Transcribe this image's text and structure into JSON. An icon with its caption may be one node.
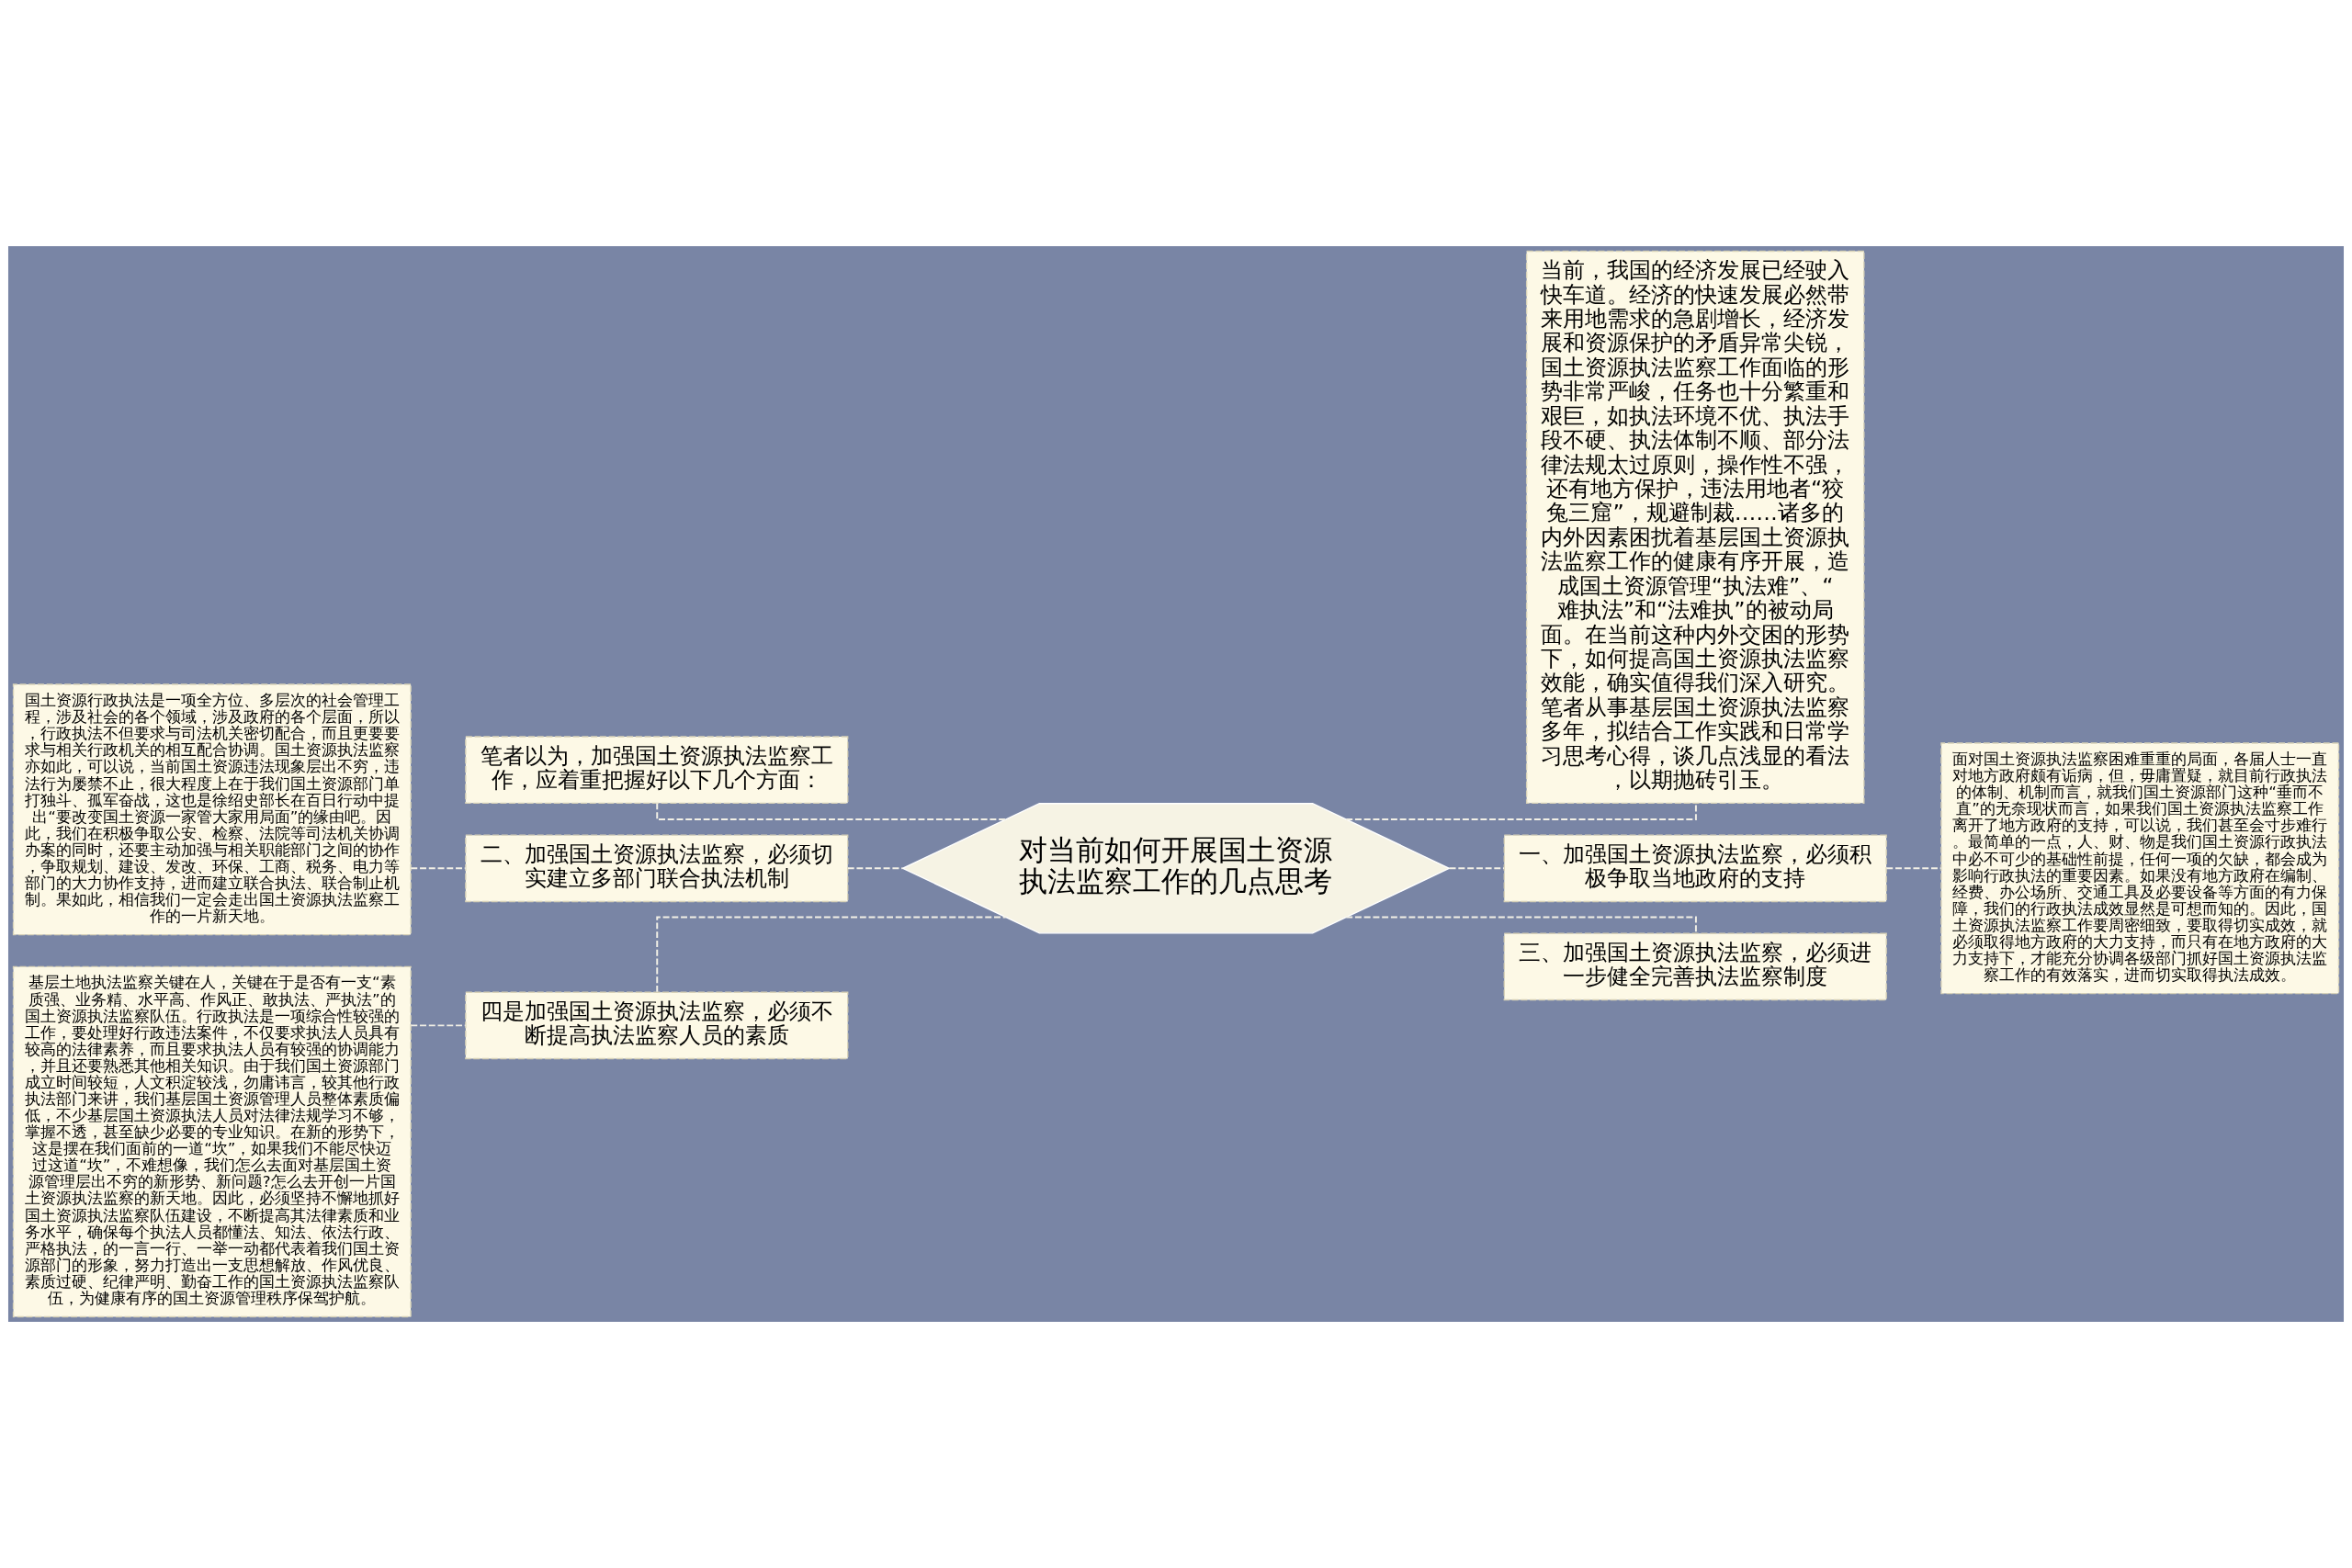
{
  "diagram": {
    "nodes": [
      {
        "text": [
          "对当前如何开展国土资源执法监察工作的几点思考"
        ]
      },
      {
        "text": [
          "当前，我国的经济发展已经驶入快车道。经济的快速发展必然带来用地需求的急剧增长，经济发展和资源保护的矛盾异常尖锐，国土资源执法监察工作面临的形势非常严峻，任务也十分繁重和艰巨，如执法环境不优、执法手段不硬、执法体制不顺、部分法律法规太过原则，操作性不强，还有地方保护，违法用地者“狡兔三窟”，规避制裁……诸多的内外因素困扰着基层国土资源执法监察工作的健康有序开展，造成国土资源管理“执法难”、“难执法”和“法难执”的被动局面。在当前这种内外交困的形势下，如何提高国土资源执法监察效能，确实值得我们深入研究。笔者从事基层国土资源执法监察多年，拟结合工作实践和日常学习思考心得，谈几点浅显的看法，以期抛砖引玉。"
        ]
      },
      {
        "text": [
          "一、加强国土资源执法监察，必须积极争取当地政府的支持"
        ]
      },
      {
        "text": [
          "面对国土资源执法监察困难重重的局面，各届人士一直对地方政府颇有诟病，但，毋庸置疑，就目前行政执法的体制、机制而言，就我们国土资源部门这种“垂而不直”的无奈现状而言，如果我们国土资源执法监察工作离开了地方政府的支持，可以说，我们甚至会寸步难行。最简单的一点，人、财、物是我们国土资源行政执法中必不可少的基础性前提，任何一项的欠缺，都会成为影响行政执法的重要因素。如果没有地方政府在编制、经费、办公场所、交通工具及必要设备等方面的有力保障，我们的行政执法成效显然是可想而知的。因此，国土资源执法监察工作要周密细致，要取得切实成效，就必须取得地方政府的大力支持，而只有在地方政府的大力支持下，才能充分协调各级部门抓好国土资源执法监察工作的有效落实，进而切实取得执法成效。"
        ]
      },
      {
        "text": [
          "三、加强国土资源执法监察，必须进一步健全完善执法监察制度"
        ]
      },
      {
        "text": [
          "笔者以为，加强国土资源执法监察工作，应着重把握好以下几个方面："
        ]
      },
      {
        "text": [
          "二、加强国土资源执法监察，必须切实建立多部门联合执法机制"
        ]
      },
      {
        "text": [
          "国土资源行政执法是一项全方位、多层次的社会管理工程，涉及社会的各个领域，涉及政府的各个层面，所以，行政执法不但要求与司法机关密切配合，而且更要要求与相关行政机关的相互配合协调。国土资源执法监察亦如此，可以说，当前国土资源违法现象层出不穷，违法行为屡禁不止，很大程度上在于我们国土资源部门单打独斗、孤军奋战，这也是徐绍史部长在百日行动中提出“要改变国土资源一家管大家用局面”的缘由吧。因此，我们在积极争取公安、检察、法院等司法机关协调办案的同时，还要主动加强与相关职能部门之间的协作，争取规划、建设、发改、环保、工商、税务、电力等部门的大力协作支持，进而建立联合执法、联合制止机制。果如此，相信我们一定会走出国土资源执法监察工作的一片新天地。"
        ]
      },
      {
        "text": [
          "四是加强国土资源执法监察，必须不断提高执法监察人员的素质"
        ]
      },
      {
        "text": [
          "基层土地执法监察关键在人，关键在于是否有一支“素质强、业务精、水平高、作风正、敢执法、严执法”的国土资源执法监察队伍。行政执法是一项综合性较强的工作，要处理好行政违法案件，不仅要求执法人员具有较高的法律素养，而且要求执法人员有较强的协调能力，并且还要熟悉其他相关知识。由于我们国土资源部门成立时间较短，人文积淀较浅，勿庸讳言，较其他行政执法部门来讲，我们基层国土资源管理人员整体素质偏低，不少基层国土资源执法人员对法律法规学习不够，掌握不透，甚至缺少必要的专业知识。在新的形势下，这是摆在我们面前的一道“坎”，如果我们不能尽快迈过这道“坎”，不难想像，我们怎么去面对基层国土资源管理层出不穷的新形势、新问题?怎么去开创一片国土资源执法监察的新天地。因此，必须坚持不懈地抓好国土资源执法监察队伍建设，不断提高其法律素质和业务水平，确保每个执法人员都懂法、知法、依法行政、严格执法，的一言一行、一举一动都代表着我们国土资源部门的形象，努力打造出一支思想解放、作风优良、素质过硬、纪律严明、勤奋工作的国土资源执法监察队伍，为健康有序的国土资源管理秩序保驾护航。"
        ]
      }
    ],
    "edges": [
      {
        "from": 0,
        "to": 1,
        "arrow": "none"
      },
      {
        "from": 0,
        "to": 2,
        "arrow": "none"
      },
      {
        "from": 2,
        "to": 3,
        "arrow": "none"
      },
      {
        "from": 0,
        "to": 4,
        "arrow": "none"
      },
      {
        "from": 0,
        "to": 5,
        "arrow": "none"
      },
      {
        "from": 0,
        "to": 6,
        "arrow": "none"
      },
      {
        "from": 6,
        "to": 7,
        "arrow": "none"
      },
      {
        "from": 0,
        "to": 8,
        "arrow": "none"
      },
      {
        "from": 8,
        "to": 9,
        "arrow": "none"
      }
    ]
  }
}
